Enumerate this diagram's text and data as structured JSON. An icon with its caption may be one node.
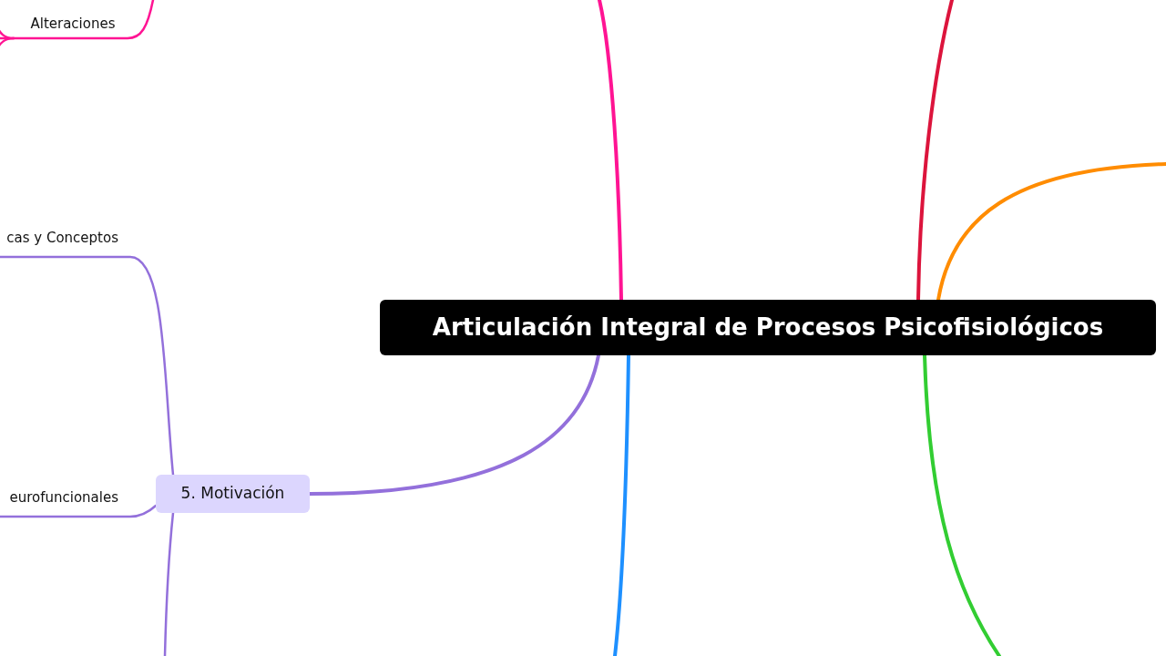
{
  "diagram": {
    "nodes": [
      {
        "text": [
          "Articulación Integral de Procesos Psicofisiológicos"
        ]
      },
      {
        "text": [
          "5. Motivación"
        ]
      },
      {
        "text": [
          "Alteraciones"
        ]
      },
      {
        "text": [
          "cas y Conceptos"
        ]
      },
      {
        "text": [
          "eurofuncionales"
        ]
      }
    ],
    "edges": [
      {
        "from": 0,
        "to": null,
        "arrow": "none",
        "color": "#ff1493"
      },
      {
        "from": 0,
        "to": null,
        "arrow": "none",
        "color": "#dc143c"
      },
      {
        "from": 0,
        "to": null,
        "arrow": "none",
        "color": "#ff8c00"
      },
      {
        "from": 0,
        "to": 1,
        "arrow": "none",
        "color": "#9370db"
      },
      {
        "from": 0,
        "to": null,
        "arrow": "none",
        "color": "#1e90ff"
      },
      {
        "from": 0,
        "to": null,
        "arrow": "none",
        "color": "#32cd32"
      },
      {
        "from": null,
        "to": 2,
        "arrow": "none",
        "color": "#ff1493"
      },
      {
        "from": 2,
        "to": null,
        "arrow": "none",
        "color": "#ff1493"
      },
      {
        "from": 2,
        "to": null,
        "arrow": "none",
        "color": "#ff1493"
      },
      {
        "from": 1,
        "to": 3,
        "arrow": "none",
        "color": "#9370db"
      },
      {
        "from": 1,
        "to": 4,
        "arrow": "none",
        "color": "#9370db"
      },
      {
        "from": 1,
        "to": null,
        "arrow": "none",
        "color": "#9370db"
      }
    ]
  }
}
